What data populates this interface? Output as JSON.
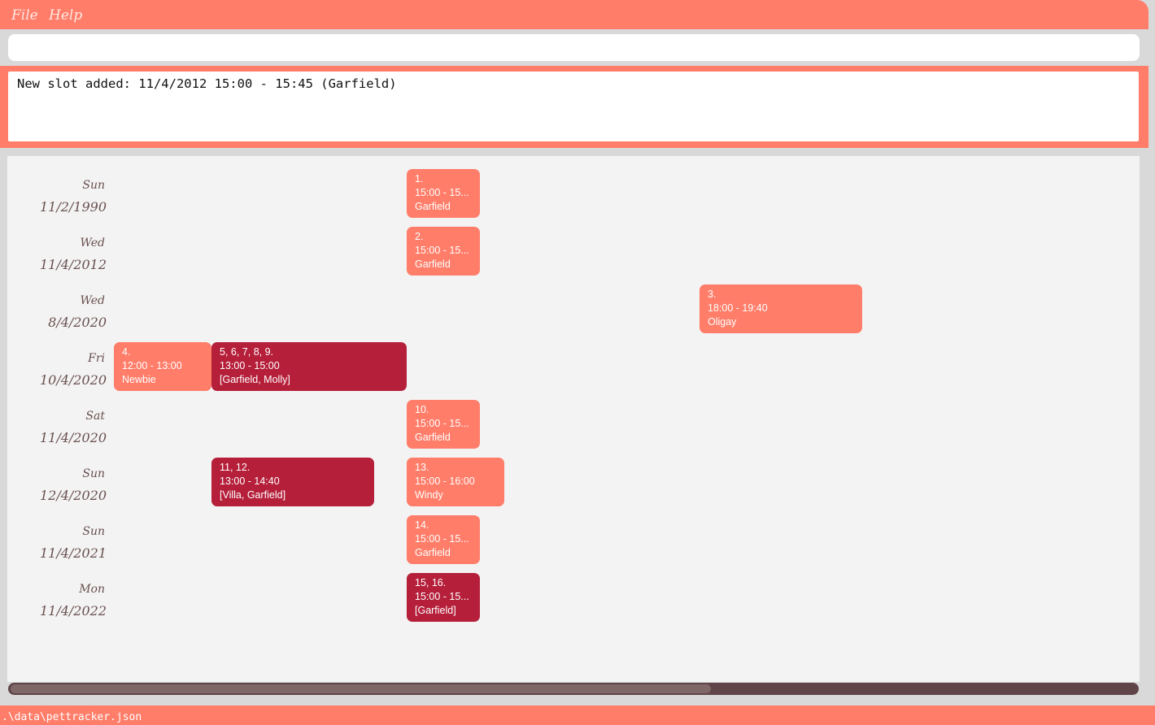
{
  "menu": {
    "file": "File",
    "help": "Help"
  },
  "command_box": {
    "value": "",
    "placeholder": ""
  },
  "result": {
    "text": "New slot added: 11/4/2012 15:00 - 15:45 (Garfield)"
  },
  "calendar": {
    "days": [
      {
        "name": "Sun",
        "date": "11/2/1990"
      },
      {
        "name": "Wed",
        "date": "11/4/2012"
      },
      {
        "name": "Wed",
        "date": "8/4/2020"
      },
      {
        "name": "Fri",
        "date": "10/4/2020"
      },
      {
        "name": "Sat",
        "date": "11/4/2020"
      },
      {
        "name": "Sun",
        "date": "12/4/2020"
      },
      {
        "name": "Sun",
        "date": "11/4/2021"
      },
      {
        "name": "Mon",
        "date": "11/4/2022"
      }
    ],
    "slots": [
      {
        "index": "1.",
        "time": "15:00 - 15...",
        "pet": "Garfield",
        "kind": "single"
      },
      {
        "index": "2.",
        "time": "15:00 - 15...",
        "pet": "Garfield",
        "kind": "single"
      },
      {
        "index": "3.",
        "time": "18:00 - 19:40",
        "pet": "Oligay",
        "kind": "single"
      },
      {
        "index": "4.",
        "time": "12:00 - 13:00",
        "pet": "Newbie",
        "kind": "single"
      },
      {
        "index": "5, 6, 7, 8, 9.",
        "time": "13:00 - 15:00",
        "pet": "[Garfield, Molly]",
        "kind": "conflict"
      },
      {
        "index": "10.",
        "time": "15:00 - 15...",
        "pet": "Garfield",
        "kind": "single"
      },
      {
        "index": "11, 12.",
        "time": "13:00 - 14:40",
        "pet": "[Villa, Garfield]",
        "kind": "conflict"
      },
      {
        "index": "13.",
        "time": "15:00 - 16:00",
        "pet": "Windy",
        "kind": "single"
      },
      {
        "index": "14.",
        "time": "15:00 - 15...",
        "pet": "Garfield",
        "kind": "single"
      },
      {
        "index": "15, 16.",
        "time": "15:00 - 15...",
        "pet": "[Garfield]",
        "kind": "conflict"
      }
    ]
  },
  "status": {
    "path": ".\\data\\pettracker.json"
  },
  "colors": {
    "accent": "#ff7d69",
    "conflict": "#b51f3a",
    "panel": "#f3f3f3",
    "scrollbar": "#604548"
  }
}
